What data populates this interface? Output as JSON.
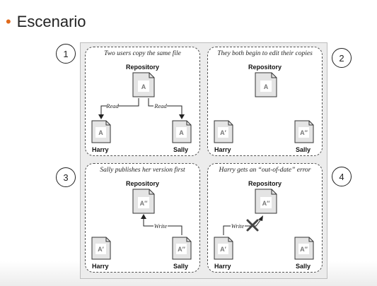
{
  "slide": {
    "bullet": "•",
    "title": "Escenario"
  },
  "panels": [
    {
      "number": "1",
      "caption": "Two users copy the same file",
      "repository_label": "Repository",
      "repository_doc": "A",
      "users": [
        {
          "name": "Harry",
          "doc": "A"
        },
        {
          "name": "Sally",
          "doc": "A"
        }
      ],
      "arrows": [
        {
          "label": "Read"
        },
        {
          "label": "Read"
        }
      ]
    },
    {
      "number": "2",
      "caption": "They both begin to edit their copies",
      "repository_label": "Repository",
      "repository_doc": "A",
      "users": [
        {
          "name": "Harry",
          "doc": "A′"
        },
        {
          "name": "Sally",
          "doc": "A″"
        }
      ]
    },
    {
      "number": "3",
      "caption": "Sally publishes her version first",
      "repository_label": "Repository",
      "repository_doc": "A″",
      "users": [
        {
          "name": "Harry",
          "doc": "A′"
        },
        {
          "name": "Sally",
          "doc": "A″"
        }
      ],
      "arrows": [
        {
          "label": "Write"
        }
      ]
    },
    {
      "number": "4",
      "caption": "Harry gets an “out-of-date” error",
      "repository_label": "Repository",
      "repository_doc": "A″",
      "users": [
        {
          "name": "Harry",
          "doc": "A′"
        },
        {
          "name": "Sally",
          "doc": "A″"
        }
      ],
      "arrows": [
        {
          "label": "Write"
        }
      ]
    }
  ],
  "colors": {
    "bullet": "#e06a1b",
    "figure_background": "#ececec",
    "panel_border": "#555555",
    "document_fill": "#e4e4e4"
  }
}
